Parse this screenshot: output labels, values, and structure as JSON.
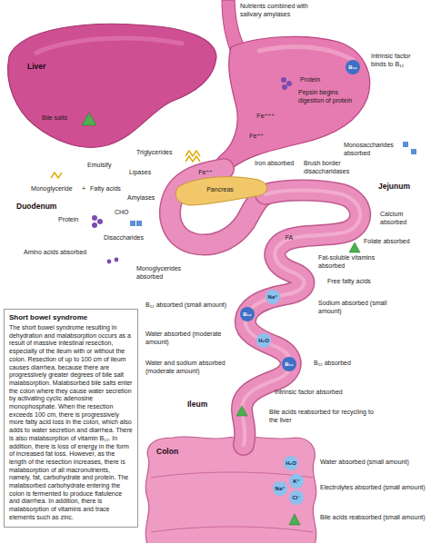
{
  "diagram": {
    "nodes": [
      {
        "text": [
          "Short bowel syndrome",
          "The short bowel syndrome resulting in dehydration and malabsorption occurs as a result of massive intestinal resection, especially of the ileum with or without the colon. Resection of up to 100 cm of ileum causes diarrhea, because there are progressively greater degrees of bile salt malabsorption. Malabsorbed bile salts enter the colon where they cause water secretion by activating cyclic adenosine monophosphate. When the resection exceeds 100 cm, there is progressively more fatty acid loss in the colon, which also adds to water secretion and diarrhea. There is also malabsorption of vitamin B₁₂. In addition, there is loss of energy in the form of increased fat loss. However, as the length of the resection increases, there is malabsorption of all macronutrients, namely, fat, carbohydrate and protein. The malabsorbed carbohydrate entering the colon is fermented to produce flatulence and diarrhea. In addition, there is malabsorption of vitamins and trace elements such as zinc."
        ]
      }
    ],
    "labels": [
      "Nutrients combined with salivary amylases",
      "Liver",
      "Intrinsic factor binds to B₁₂",
      "B₁₂",
      "Protein",
      "Pepsin begins digestion of protein",
      "Fe⁺⁺⁺",
      "Fe⁺⁺",
      "Bile salts",
      "Emulsify",
      "Triglycerides",
      "Monoglyceride",
      "+",
      "Fatty acids",
      "Lipases",
      "Amylases",
      "Pancreas",
      "Iron absorbed",
      "Fe⁺⁺",
      "Monosaccharides absorbed",
      "Brush border disaccharidases",
      "Jejunum",
      "Calcium absorbed",
      "Folate absorbed",
      "Duodenum",
      "Protein",
      "CHO",
      "Disaccharides",
      "Amino acids absorbed",
      "FA",
      "Fat-soluble vitamins absorbed",
      "Free fatty acids",
      "Monoglycerides absorbed",
      "B₁₂ absorbed (small amount)",
      "B₁₂",
      "Na⁺",
      "Sodium absorbed (small amount)",
      "Water absorbed (moderate amount)",
      "H₂O",
      "Water and sodium absorbed (moderate amount)",
      "B₁₂ absorbed",
      "B₁₂",
      "Intrinsic factor absorbed",
      "Ileum",
      "Bile acids reabsorbed for recycling to the liver",
      "Colon",
      "H₂O",
      "Water absorbed (small amount)",
      "Na⁺",
      "K⁺",
      "Cl⁻",
      "Electrolytes absorbed (small amount)",
      "Bile acids reabsorbed (small amount)"
    ]
  }
}
